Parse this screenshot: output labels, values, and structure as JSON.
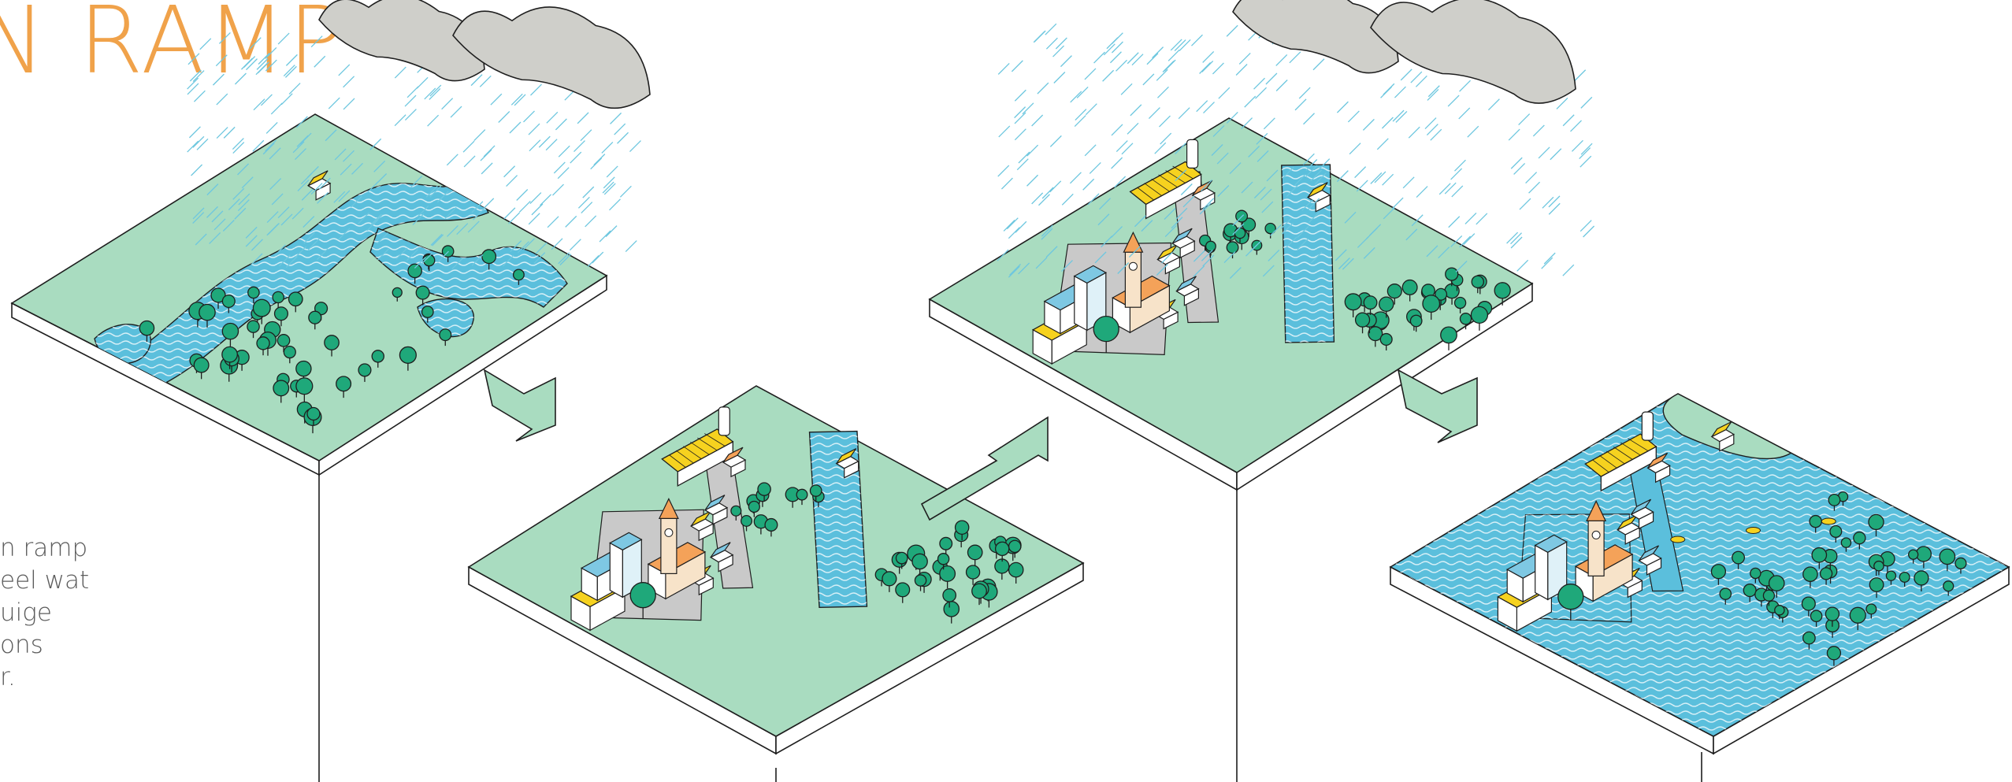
{
  "title": "N RAMP",
  "description_lines": [
    "n ramp",
    "eel wat",
    "uige",
    "ons",
    "r."
  ],
  "panels": [
    {
      "id": "natural-landscape",
      "has_rain": true,
      "has_town": false,
      "flooded": false
    },
    {
      "id": "developed-dry",
      "has_rain": false,
      "has_town": true,
      "flooded": false
    },
    {
      "id": "developed-rain",
      "has_rain": true,
      "has_town": true,
      "flooded": false
    },
    {
      "id": "developed-flooded",
      "has_rain": false,
      "has_town": true,
      "flooded": true
    }
  ],
  "colors": {
    "title": "#f0a24a",
    "land": "#a9dcc0",
    "water": "#5bbfdc",
    "tree": "#1fa87a",
    "road": "#c9c9c9",
    "cloud": "#cfcfca",
    "rain": "#6ec7df",
    "roof_yellow": "#f6d21f",
    "roof_orange": "#f4a259",
    "building_blue": "#7ec8e3",
    "arrow": "#a9dcc0",
    "stroke": "#1e1e1e"
  },
  "icons": [
    "cloud-icon",
    "tree-icon",
    "house-icon",
    "church-icon",
    "barn-icon",
    "silo-icon",
    "arrow-icon",
    "cow-icon",
    "boat-icon"
  ]
}
